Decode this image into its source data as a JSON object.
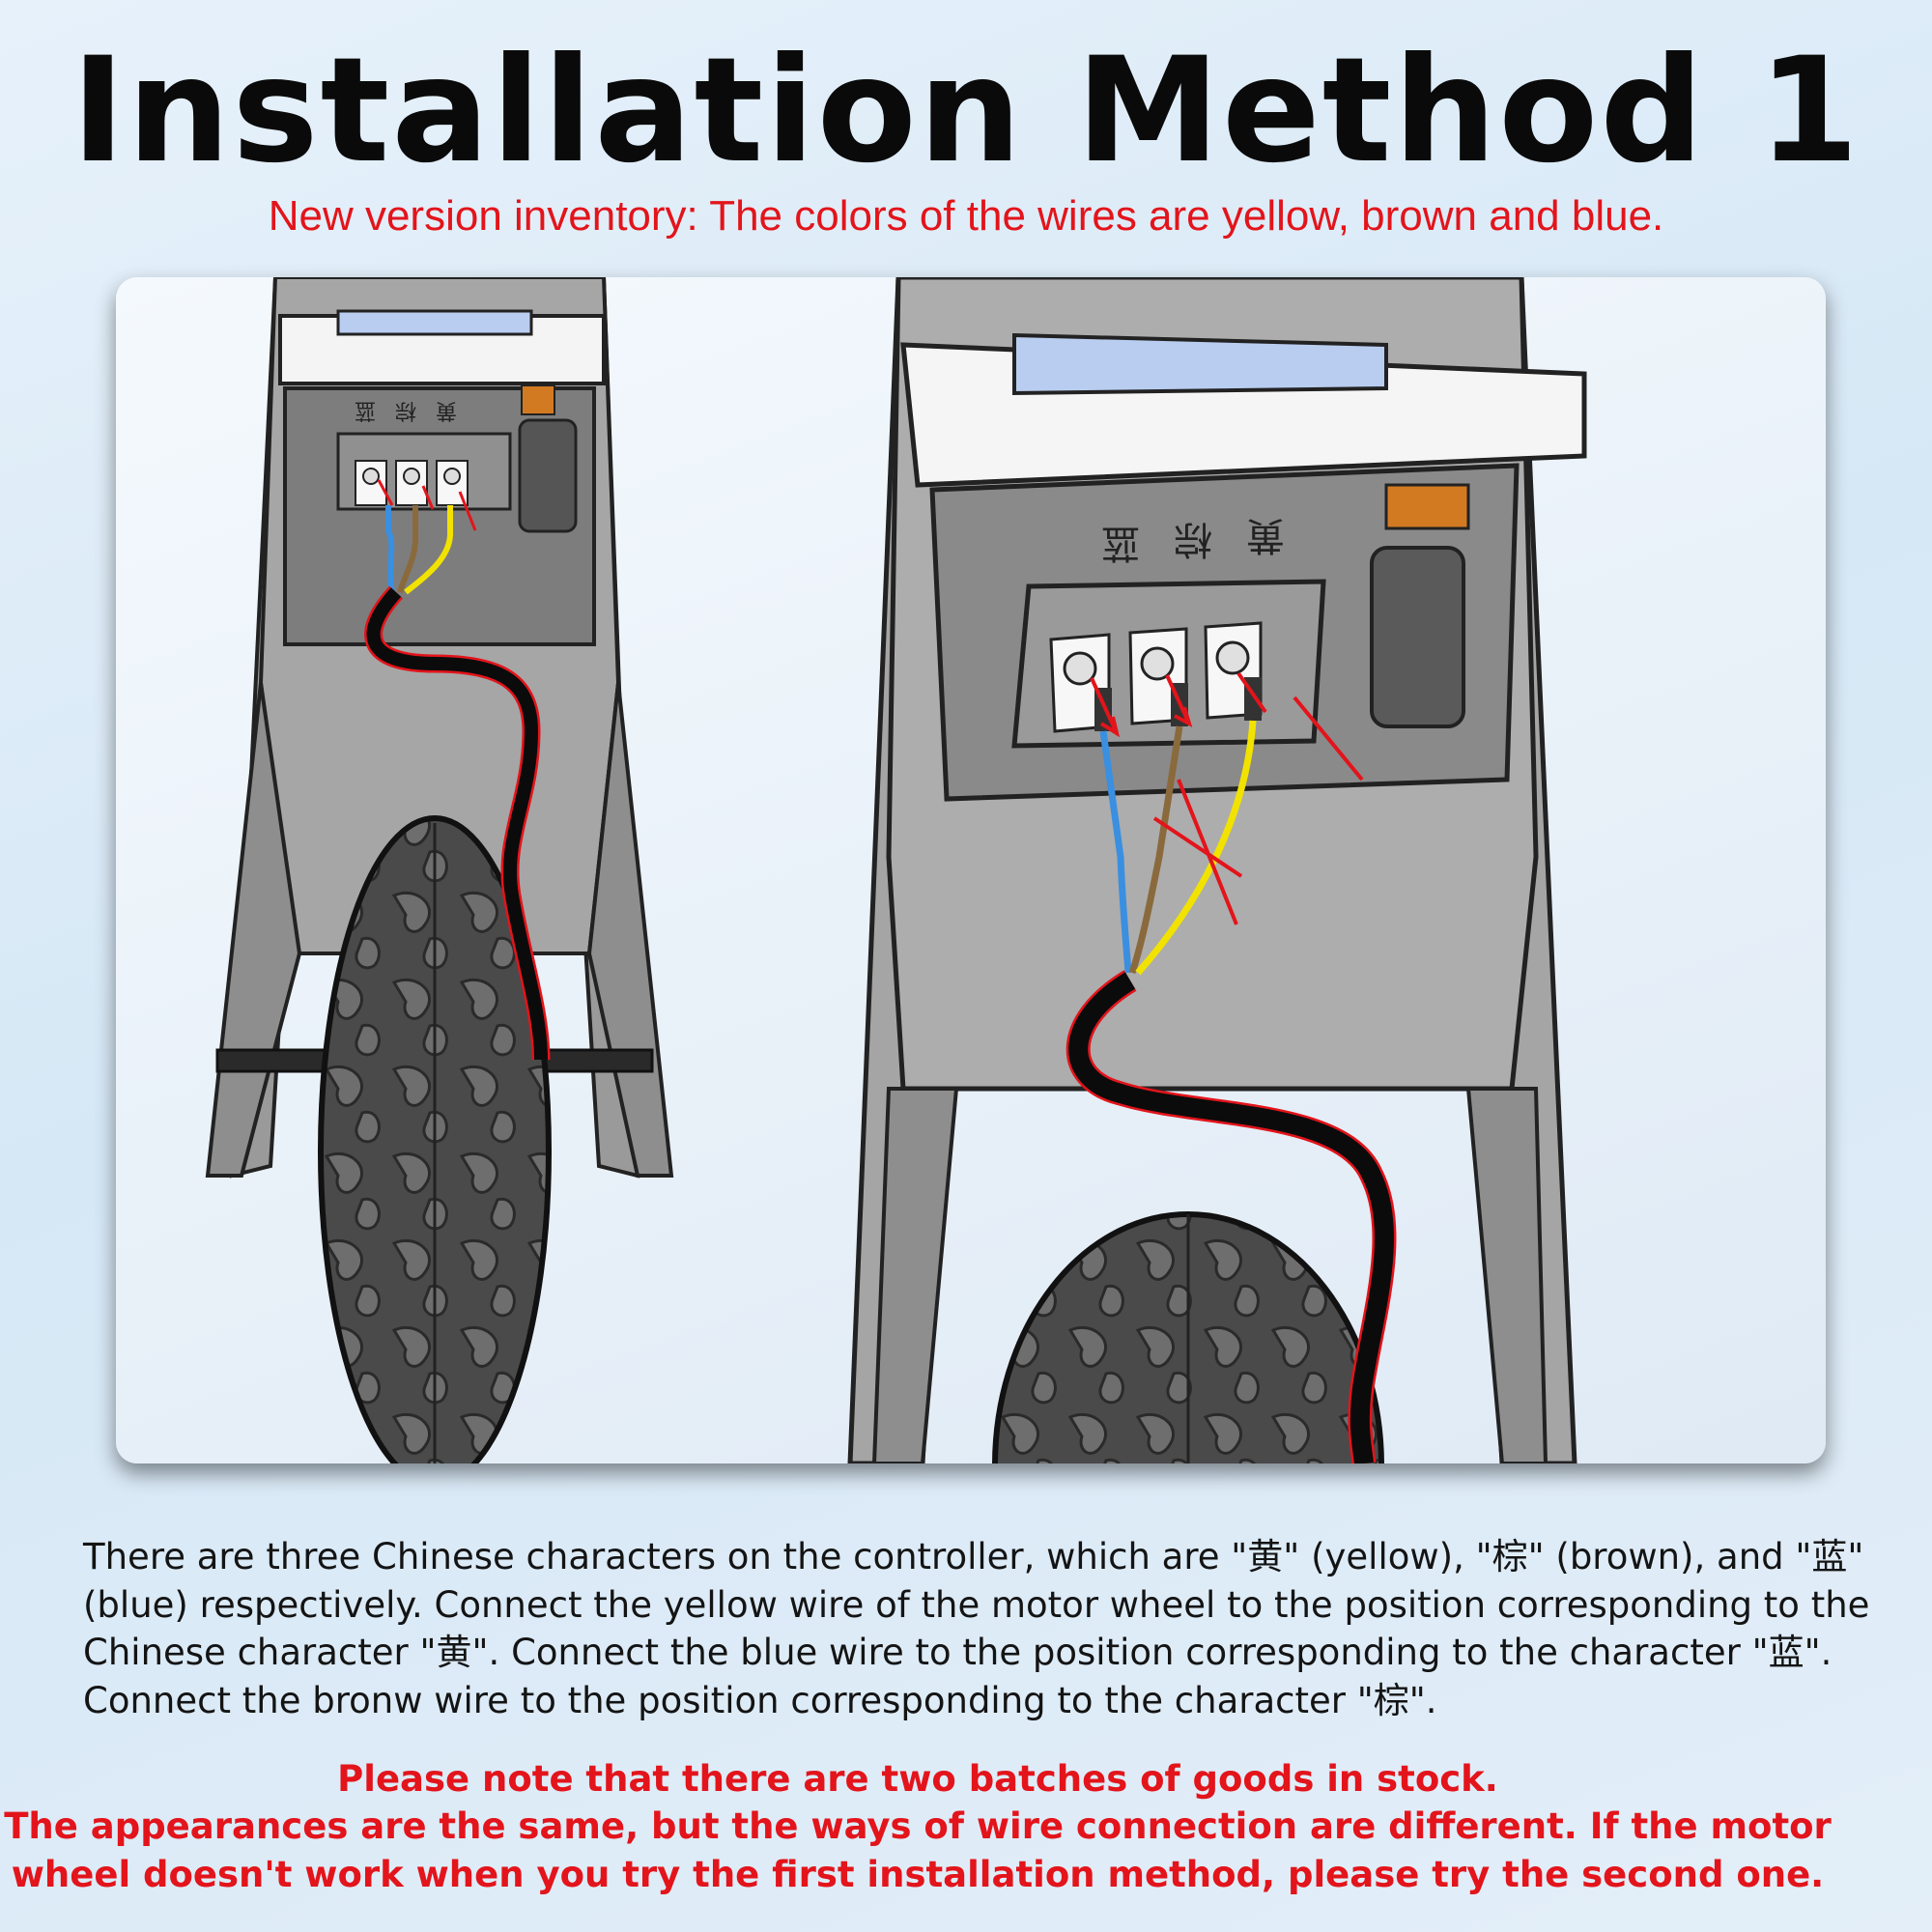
{
  "header": {
    "title": "Installation Method 1",
    "subtitle": "New version inventory: The colors of the wires are yellow, brown and blue."
  },
  "diagram": {
    "controller_characters": [
      "蓝",
      "棕",
      "黄"
    ],
    "wire_colors": {
      "yellow": "#f2e200",
      "brown": "#8a6a3c",
      "blue": "#3a8fe0",
      "arrow": "#e3141b",
      "cable": "#0b0b0b"
    }
  },
  "instructions": {
    "description": "There are three Chinese characters on the controller, which are \"黄\" (yellow), \"棕\" (brown), and \"蓝\" (blue) respectively. Connect the yellow wire of the motor wheel to the position corresponding to the Chinese character \"黄\". Connect the blue wire to the position corresponding to the character \"蓝\". Connect the bronw wire to the position corresponding to the character \"棕\".",
    "note_line1": "Please note that there are two batches of goods in stock.",
    "note_line2": "The appearances are the same, but the ways of wire connection are different.  If the motor",
    "note_line3": "wheel doesn't work when you try the first installation method, please try the second one."
  }
}
